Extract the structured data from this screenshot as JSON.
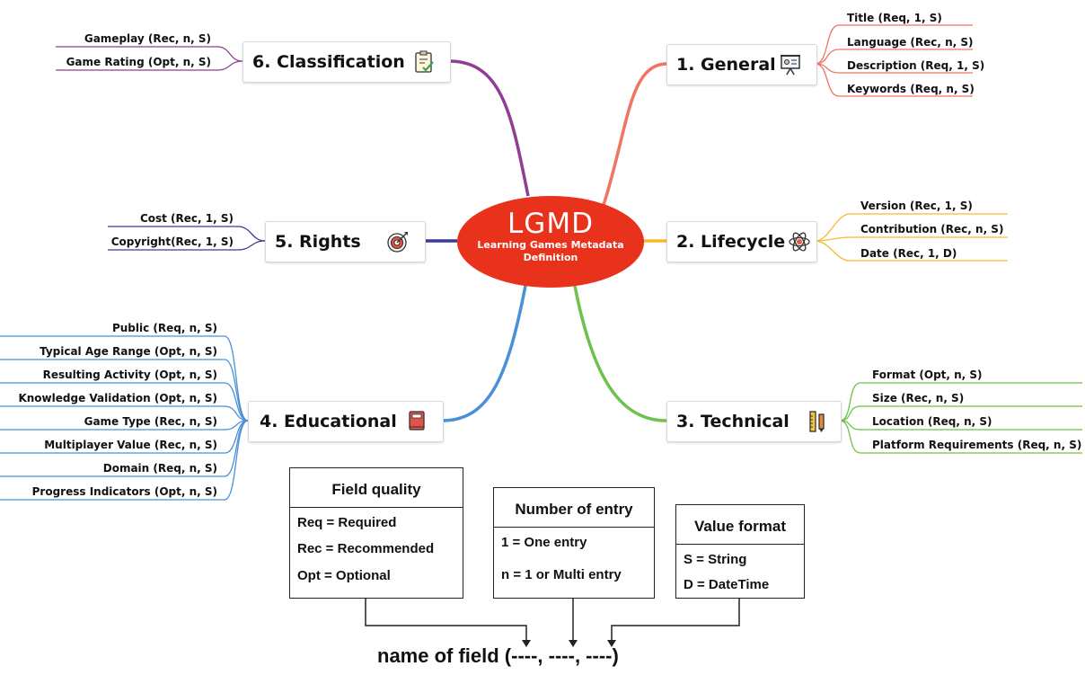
{
  "center": {
    "title": "LGMD",
    "subtitle_line1": "Learning Games Metadata",
    "subtitle_line2": "Definition",
    "color": "#e8321c"
  },
  "branches": {
    "general": {
      "label": "1. General",
      "icon": "presentation-board-icon",
      "color": "#f07462",
      "fields": [
        "Title (Req, 1, S)",
        "Language (Rec, n, S)",
        "Description (Req, 1, S)",
        "Keywords (Req, n, S)"
      ]
    },
    "lifecycle": {
      "label": "2. Lifecycle",
      "icon": "atom-icon",
      "color": "#f5b930",
      "fields": [
        "Version (Rec, 1, S)",
        "Contribution (Rec, n, S)",
        "Date (Rec, 1, D)"
      ]
    },
    "technical": {
      "label": "3. Technical",
      "icon": "ruler-pencil-icon",
      "color": "#6cc24a",
      "fields": [
        "Format (Opt, n, S)",
        "Size (Rec, n, S)",
        "Location (Req, n, S)",
        "Platform Requirements (Req, n, S)"
      ]
    },
    "educational": {
      "label": "4. Educational",
      "icon": "book-icon",
      "color": "#4a90d9",
      "fields": [
        "Public (Req, n, S)",
        "Typical Age Range (Opt, n, S)",
        "Resulting Activity (Opt, n, S)",
        "Knowledge Validation (Opt, n, S)",
        "Game Type (Rec, n, S)",
        "Multiplayer Value (Rec, n, S)",
        "Domain (Req, n, S)",
        "Progress Indicators (Opt, n, S)"
      ]
    },
    "rights": {
      "label": "5. Rights",
      "icon": "target-icon",
      "color": "#3b3a96",
      "fields": [
        "Cost (Rec, 1, S)",
        "Copyright(Rec, 1, S)"
      ]
    },
    "classification": {
      "label": "6. Classification",
      "icon": "checklist-icon",
      "color": "#8e3f95",
      "fields": [
        "Gameplay (Rec, n, S)",
        "Game Rating (Opt, n, S)"
      ]
    }
  },
  "legend": {
    "field_quality": {
      "title": "Field quality",
      "items": [
        "Req = Required",
        "Rec = Recommended",
        "Opt = Optional"
      ]
    },
    "number_of_entry": {
      "title": "Number of entry",
      "items": [
        "1 = One entry",
        "n = 1 or Multi entry"
      ]
    },
    "value_format": {
      "title": "Value format",
      "items": [
        "S = String",
        "D = DateTime"
      ]
    },
    "formula": "name of field (----, ----, ----)"
  }
}
